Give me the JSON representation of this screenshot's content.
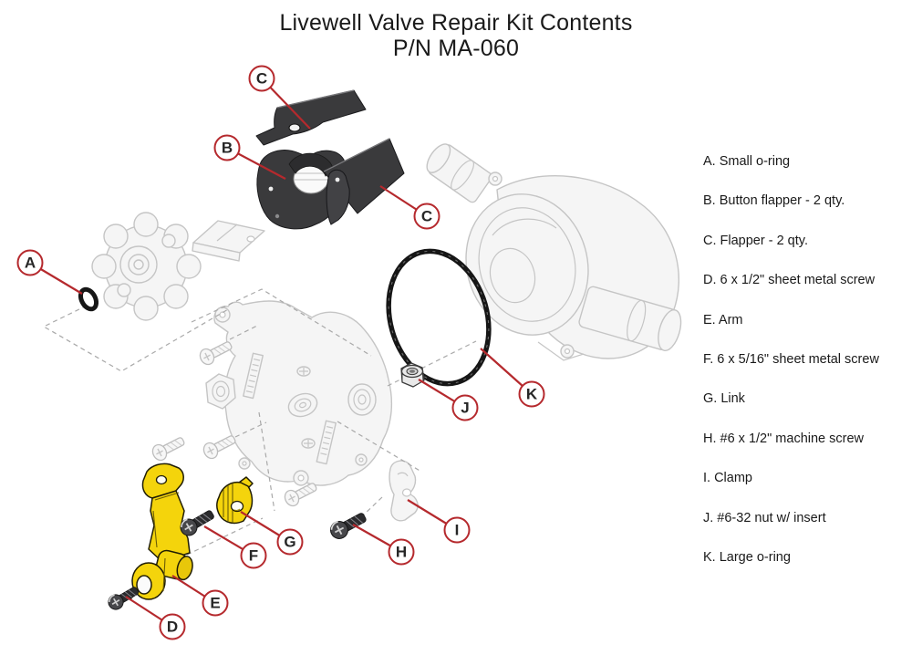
{
  "title": {
    "line1": "Livewell Valve Repair Kit Contents",
    "line2": "P/N MA-060"
  },
  "legend": {
    "items": [
      "A. Small o-ring",
      "B. Button flapper - 2 qty.",
      "C. Flapper - 2 qty.",
      "D. 6 x 1/2\" sheet metal screw",
      "E. Arm",
      "F. 6 x 5/16\" sheet metal screw",
      "G. Link",
      "H. #6 x 1/2\" machine screw",
      "I. Clamp",
      "J. #6-32 nut w/ insert",
      "K. Large o-ring"
    ]
  },
  "callouts": {
    "c_top": "C",
    "b": "B",
    "c_right": "C",
    "a": "A",
    "k": "K",
    "j": "J",
    "i": "I",
    "h": "H",
    "g": "G",
    "f": "F",
    "e": "E",
    "d": "D"
  },
  "theme": {
    "accent_red": "#b5292d",
    "part_dark": "#3a3a3c",
    "part_yellow": "#f4d40c",
    "ghost_gray": "#c5c5c5",
    "line_black": "#161616",
    "text_color": "#1a1a1a",
    "background": "#ffffff"
  }
}
